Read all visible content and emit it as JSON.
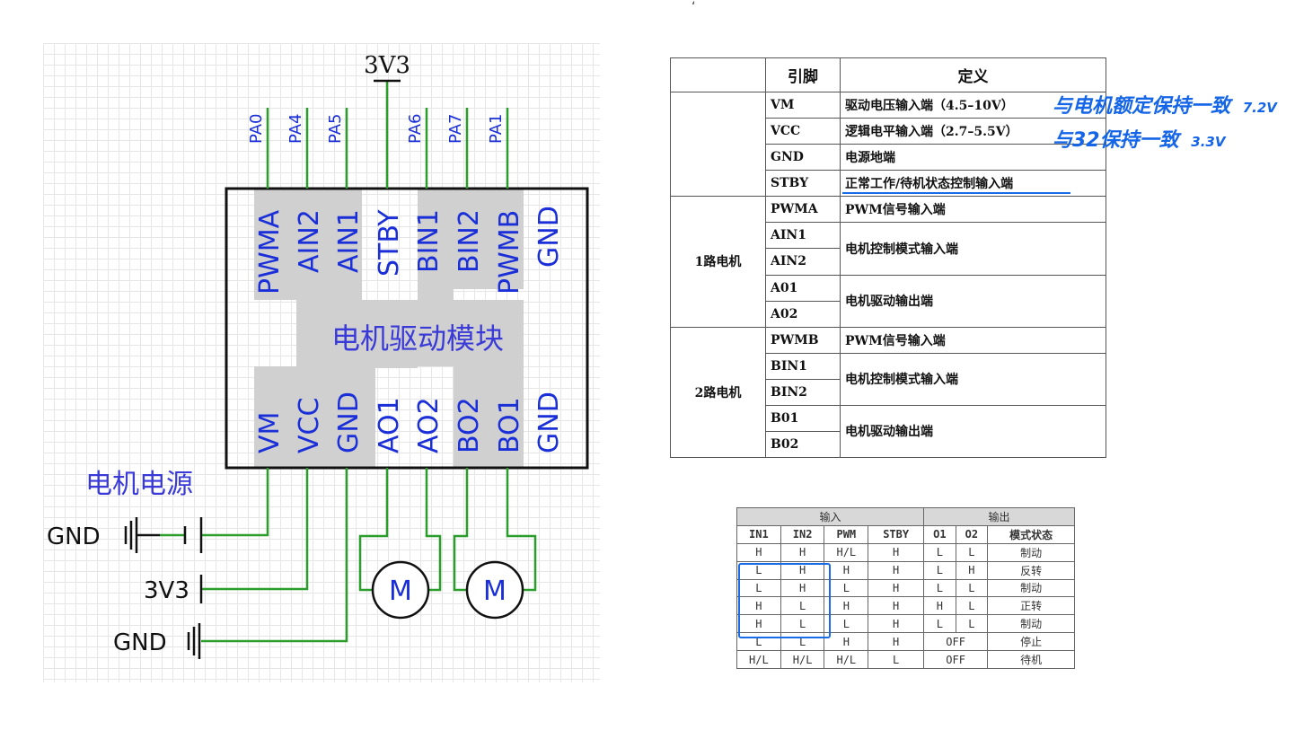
{
  "tick_mark": "‘",
  "schematic": {
    "power_top": "3V3",
    "top_pins": [
      {
        "pa": "PA0",
        "name": "PWMA"
      },
      {
        "pa": "PA4",
        "name": "AIN2"
      },
      {
        "pa": "PA5",
        "name": "AIN1"
      },
      {
        "pa": "",
        "name": "STBY"
      },
      {
        "pa": "PA6",
        "name": "BIN1"
      },
      {
        "pa": "PA7",
        "name": "BIN2"
      },
      {
        "pa": "PA1",
        "name": "PWMB"
      },
      {
        "pa": "",
        "name": "GND"
      }
    ],
    "bottom_pins": [
      "VM",
      "VCC",
      "GND",
      "AO1",
      "AO2",
      "BO2",
      "BO1",
      "GND"
    ],
    "module_label": "电机驱动模块",
    "power_label": "电机电源",
    "gnd_1": "GND",
    "v3v3": "3V3",
    "gnd_2": "GND",
    "motor_label": "M",
    "colors": {
      "wire": "#2a9d2a",
      "pin_text": "#1a2fd8",
      "shade": "#d0d0d0"
    }
  },
  "pin_table": {
    "headers": [
      "",
      "引脚",
      "定义"
    ],
    "rows": [
      {
        "group": "",
        "pin": "VM",
        "def": "驱动电压输入端（4.5–10V）"
      },
      {
        "group": "",
        "pin": "VCC",
        "def": "逻辑电平输入端（2.7–5.5V）"
      },
      {
        "group": "",
        "pin": "GND",
        "def": "电源地端"
      },
      {
        "group": "",
        "pin": "STBY",
        "def": "正常工作/待机状态控制输入端"
      },
      {
        "group": "1路电机",
        "pin": "PWMA",
        "def": "PWM信号输入端"
      },
      {
        "group": "",
        "pin": "AIN1",
        "def": "电机控制模式输入端"
      },
      {
        "group": "",
        "pin": "AIN2",
        "def": ""
      },
      {
        "group": "",
        "pin": "A01",
        "def": "电机驱动输出端"
      },
      {
        "group": "",
        "pin": "A02",
        "def": ""
      },
      {
        "group": "2路电机",
        "pin": "PWMB",
        "def": "PWM信号输入端"
      },
      {
        "group": "",
        "pin": "BIN1",
        "def": "电机控制模式输入端"
      },
      {
        "group": "",
        "pin": "BIN2",
        "def": ""
      },
      {
        "group": "",
        "pin": "B01",
        "def": "电机驱动输出端"
      },
      {
        "group": "",
        "pin": "B02",
        "def": ""
      }
    ]
  },
  "annotations": {
    "note1": "与电机额定保持一致",
    "note1_value": "7.2V",
    "note2": "与32保持一致",
    "note2_value": "3.3V"
  },
  "truth_table": {
    "group_in": "输入",
    "group_out": "输出",
    "headers": [
      "IN1",
      "IN2",
      "PWM",
      "STBY",
      "O1",
      "O2",
      "模式状态"
    ],
    "rows": [
      [
        "H",
        "H",
        "H/L",
        "H",
        "L",
        "L",
        "制动"
      ],
      [
        "L",
        "H",
        "H",
        "H",
        "L",
        "H",
        "反转"
      ],
      [
        "L",
        "H",
        "L",
        "H",
        "L",
        "L",
        "制动"
      ],
      [
        "H",
        "L",
        "H",
        "H",
        "H",
        "L",
        "正转"
      ],
      [
        "H",
        "L",
        "L",
        "H",
        "L",
        "L",
        "制动"
      ],
      [
        "L",
        "L",
        "H",
        "H",
        "OFF",
        "",
        "停止"
      ],
      [
        "H/L",
        "H/L",
        "H/L",
        "L",
        "OFF",
        "",
        "待机"
      ]
    ]
  }
}
